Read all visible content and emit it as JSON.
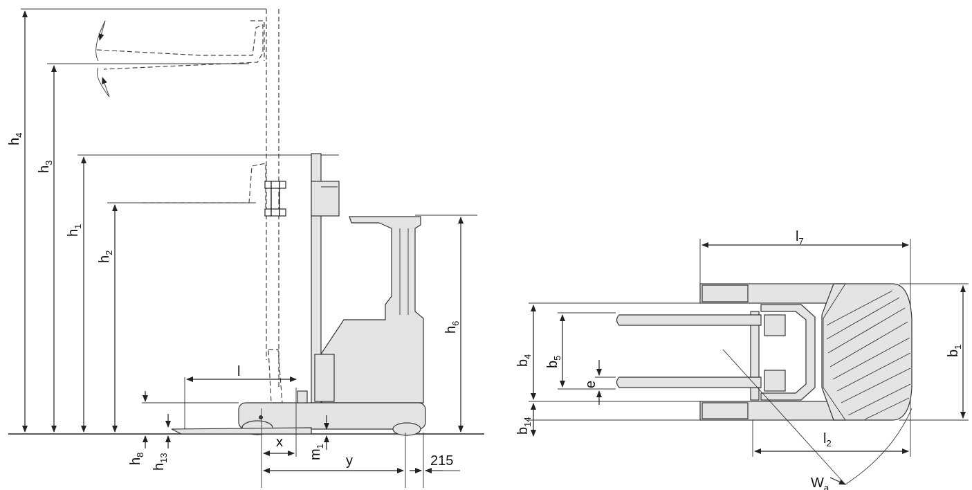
{
  "side_view": {
    "labels": {
      "h4": {
        "base": "h",
        "sub": "4"
      },
      "h3": {
        "base": "h",
        "sub": "3"
      },
      "h1": {
        "base": "h",
        "sub": "1"
      },
      "h2": {
        "base": "h",
        "sub": "2"
      },
      "h6": {
        "base": "h",
        "sub": "6"
      },
      "h8": {
        "base": "h",
        "sub": "8"
      },
      "h13": {
        "base": "h",
        "sub": "13"
      },
      "m1": {
        "base": "m",
        "sub": "1"
      },
      "l": "l",
      "x": "x",
      "y": "y",
      "d215": "215"
    }
  },
  "top_view": {
    "labels": {
      "l7": {
        "base": "l",
        "sub": "7"
      },
      "l2": {
        "base": "l",
        "sub": "2"
      },
      "b1": {
        "base": "b",
        "sub": "1"
      },
      "b4": {
        "base": "b",
        "sub": "4"
      },
      "b5": {
        "base": "b",
        "sub": "5"
      },
      "b14": {
        "base": "b",
        "sub": "14"
      },
      "e": "e",
      "wa": {
        "base": "W",
        "sub": "a"
      }
    }
  }
}
